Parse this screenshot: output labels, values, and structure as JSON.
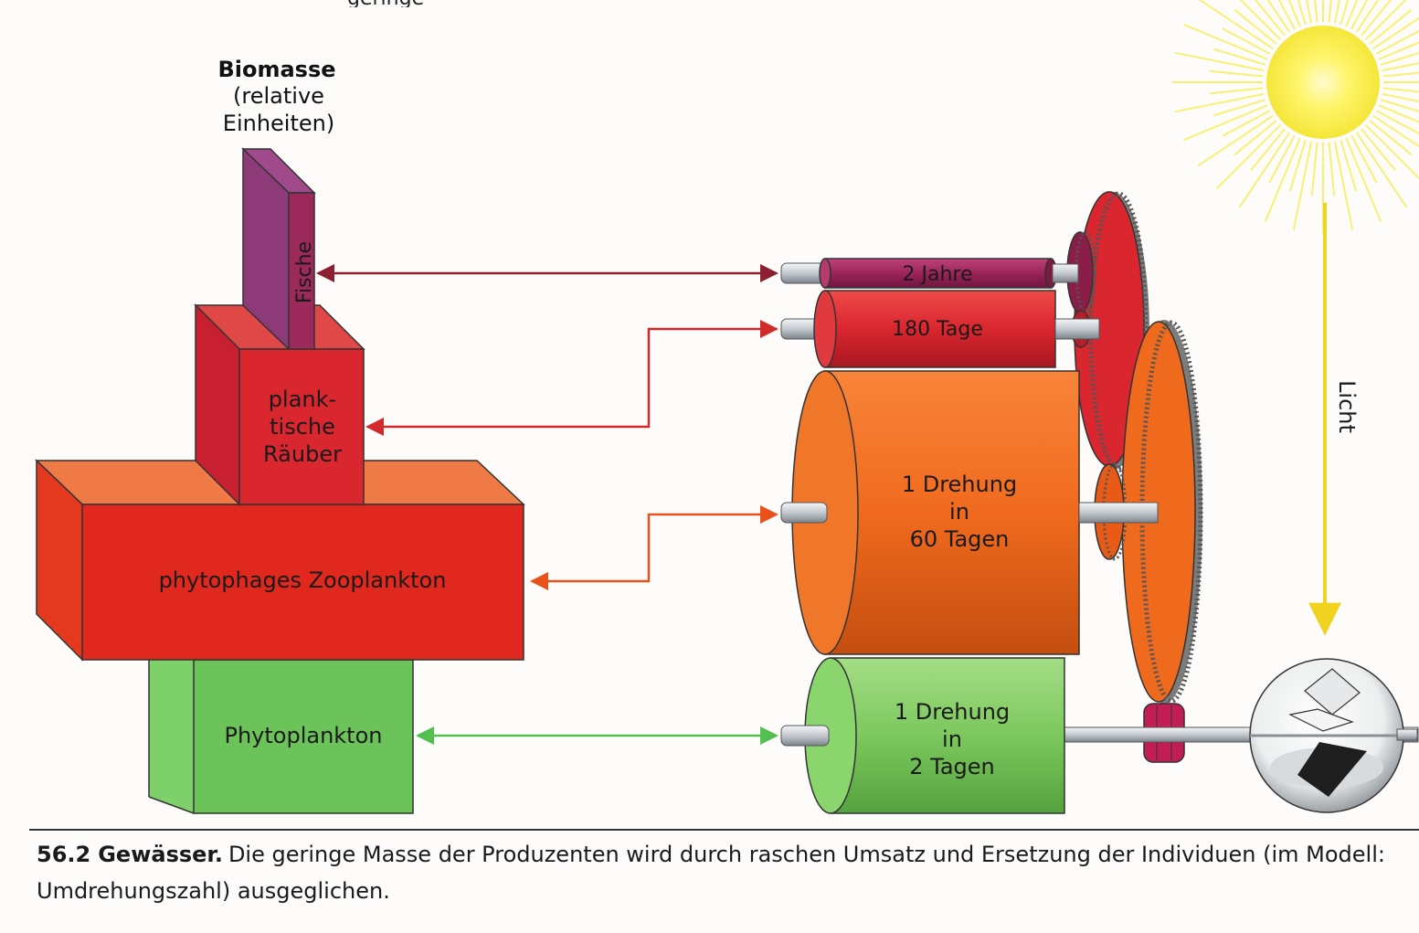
{
  "top_cut_text": "geringe",
  "biomass_heading": {
    "title": "Biomasse",
    "line2": "(relative",
    "line3": "Einheiten)"
  },
  "levels": {
    "fische": "Fische",
    "raeuber": [
      "plank-",
      "tische",
      "Räuber"
    ],
    "zooplankton": "phytophages Zooplankton",
    "phytoplankton": "Phytoplankton"
  },
  "rollers": {
    "jahre": "2 Jahre",
    "tage180": "180 Tage",
    "drehung60": [
      "1 Drehung",
      "in",
      "60 Tagen"
    ],
    "drehung2": [
      "1 Drehung",
      "in",
      "2 Tagen"
    ]
  },
  "licht": "Licht",
  "caption": {
    "number": "56.2",
    "title": "Gewässer.",
    "text": "Die geringe Masse der Produzenten wird durch raschen Umsatz und Ersetzung der Individuen (im Modell: Umdrehungszahl) ausgeglichen."
  },
  "colors": {
    "fische_front": "#9b2a5a",
    "fische_side": "#8e3a78",
    "raeuber": "#d9262f",
    "zooplankton": "#e0281e",
    "zooplankton_top": "#f07a45",
    "phytoplankton": "#6cc35a",
    "roller_purple": "#a2285e",
    "roller_red": "#d9262f",
    "roller_orange": "#f06a1e",
    "roller_green": "#78c85e",
    "arrow_fische": "#8c2030",
    "arrow_raeuber": "#d22a2a",
    "arrow_zoo": "#e8521a",
    "arrow_phyto": "#52c04e",
    "sun": "#fff25a",
    "light_arrow": "#f1d21e"
  }
}
